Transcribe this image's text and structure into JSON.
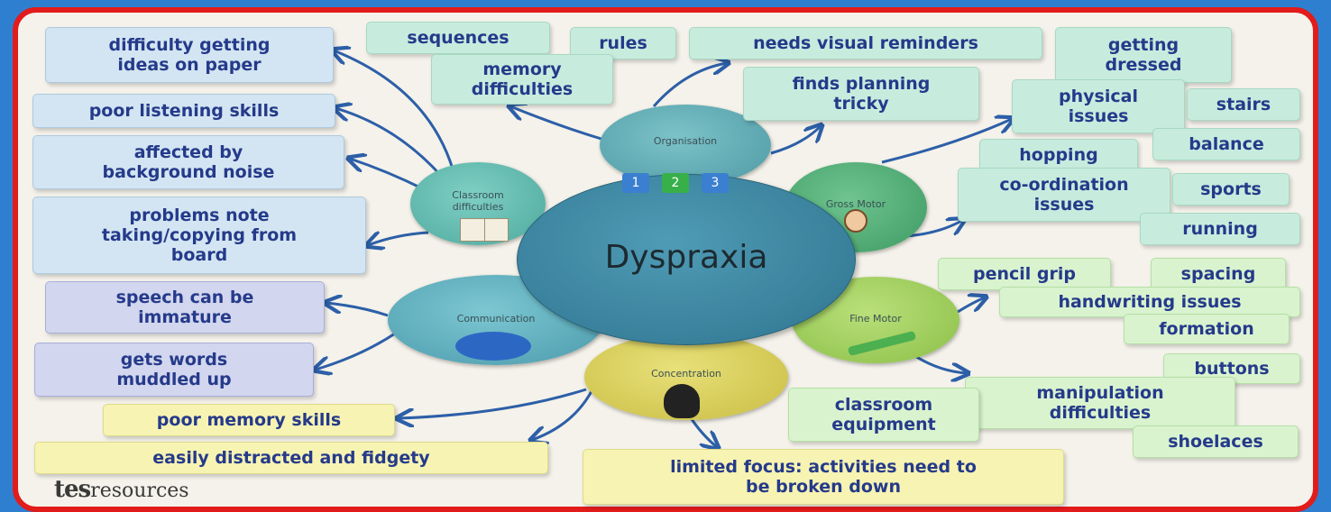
{
  "center": {
    "title": "Dyspraxia"
  },
  "nodes": {
    "organisation": "Organisation",
    "classroom": "Classroom difficulties",
    "gross_motor": "Gross Motor",
    "communication": "Communication",
    "fine_motor": "Fine Motor",
    "concentration": "Concentration"
  },
  "puzzle": [
    "1",
    "2",
    "3"
  ],
  "boxes": {
    "difficulty_ideas": [
      "difficulty getting",
      "ideas on paper"
    ],
    "sequences": "sequences",
    "rules": "rules",
    "needs_visual": "needs visual reminders",
    "getting_dressed": [
      "getting",
      "dressed"
    ],
    "memory_difficulties": [
      "memory",
      "difficulties"
    ],
    "finds_planning": [
      "finds planning",
      "tricky"
    ],
    "poor_listening": "poor listening skills",
    "physical_issues": [
      "physical",
      "issues"
    ],
    "stairs": "stairs",
    "affected_noise": [
      "affected by",
      "background noise"
    ],
    "balance": "balance",
    "hopping": "hopping",
    "coordination": [
      "co-ordination",
      "issues"
    ],
    "sports": "sports",
    "problems_note": [
      "problems note",
      "taking/copying from",
      "board"
    ],
    "running": "running",
    "pencil_grip": "pencil grip",
    "spacing": "spacing",
    "speech": [
      "speech can be",
      "immature"
    ],
    "handwriting": "handwriting issues",
    "formation": "formation",
    "gets_words": [
      "gets words",
      "muddled up"
    ],
    "buttons": "buttons",
    "manipulation": [
      "manipulation",
      "difficulties"
    ],
    "classroom_equipment": [
      "classroom",
      "equipment"
    ],
    "poor_memory": "poor memory skills",
    "shoelaces": "shoelaces",
    "easily_distracted": "easily distracted and fidgety",
    "limited_focus": [
      "limited focus: activities need to",
      "be broken down"
    ]
  },
  "logo": {
    "brand": "tes",
    "suffix": "resources"
  },
  "colors": {
    "background": "#2f7fd0",
    "frame_border": "#e21b1b",
    "text": "#253a8a",
    "arrow": "#2d5fa8",
    "center": "#3f88a5"
  }
}
